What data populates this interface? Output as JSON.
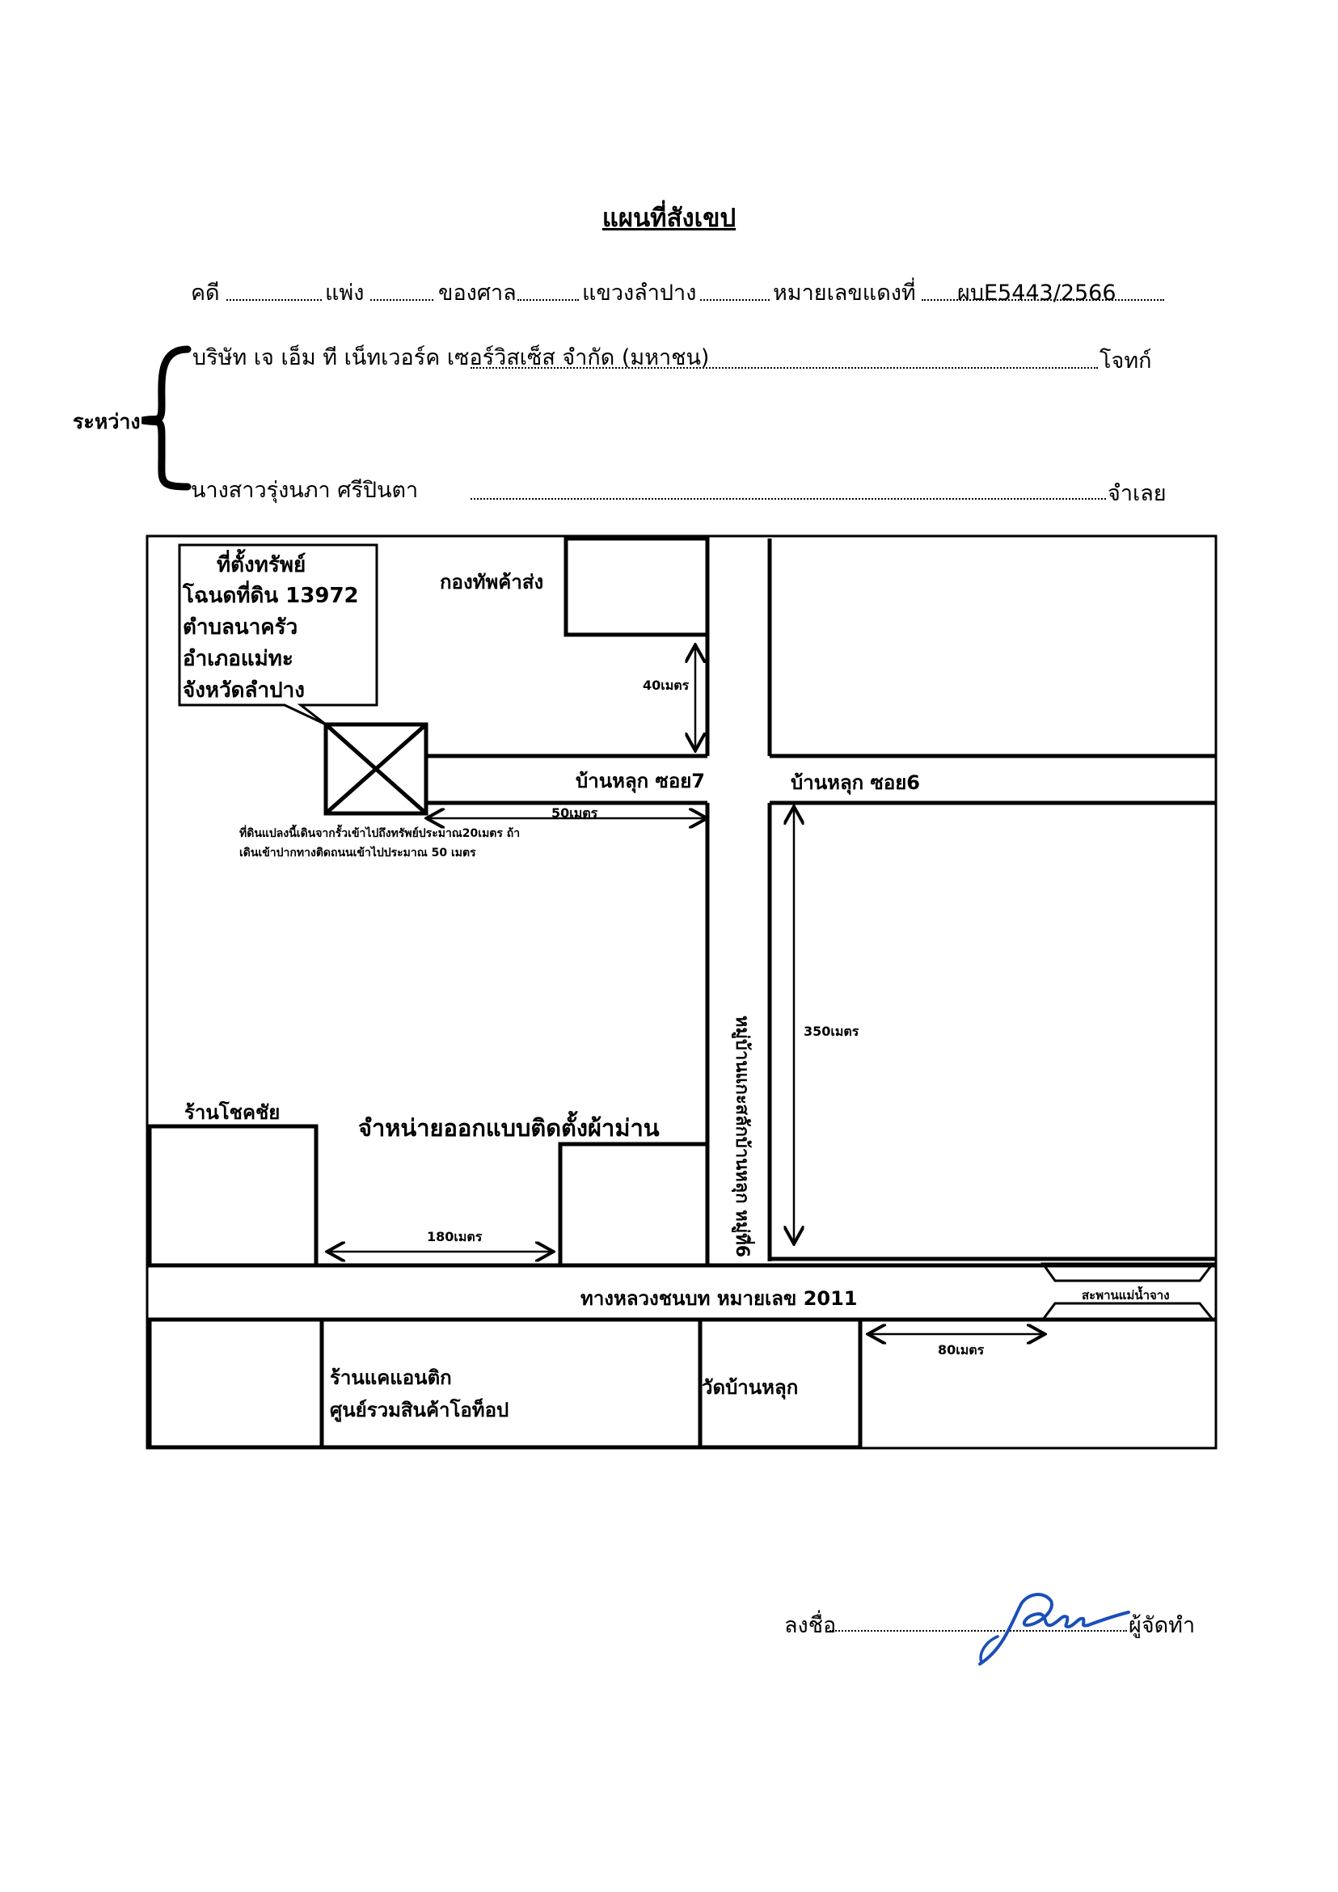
{
  "document": {
    "title": "แผนที่สังเขป"
  },
  "case_header": {
    "case_label": "คดี",
    "case_type": "แพ่ง",
    "court_label": "ของศาล",
    "court_name": "แขวงลำปาง",
    "red_number_label": "หมายเลขแดงที่",
    "red_number": "ผบE5443/2566"
  },
  "parties": {
    "between_label": "ระหว่าง",
    "plaintiff_name": "บริษัท เจ เอ็ม ที เน็ทเวอร์ค เซอร์วิสเซ็ส จำกัด (มหาชน)",
    "plaintiff_role": "โจทก์",
    "defendant_name": "นางสาวรุ่งนภา ศรีปินตา",
    "defendant_role": "จำเลย"
  },
  "map": {
    "property_box": {
      "title": "ที่ตั้งทรัพย์",
      "lines": [
        "โฉนดที่ดิน 13972",
        "ตำบลนาครัว",
        "อำเภอแม่ทะ",
        "จังหวัดลำปาง"
      ]
    },
    "property_note": {
      "line1": "ที่ดินแปลงนี้เดินจากรั้วเข้าไปถึงทรัพย์ประมาณ20เมตร ถ้า",
      "line2": "เดินเข้าปากทางติดถนนเข้าไปประมาณ 50 เมตร"
    },
    "labels": {
      "wholesale": "กองทัพค้าส่ง",
      "soi7": "บ้านหลุก ซอย7",
      "soi6": "บ้านหลุก ซอย6",
      "village_road": "หมู่บ้านแกะสลักบ้านหลุก หมู่ที่6",
      "shop_chokchai": "ร้านโชคชัย",
      "curtain_shop": "จำหน่ายออกแบบติดตั้งผ้าม่าน",
      "highway": "ทางหลวงชนบท หมายเลข 2011",
      "bridge": "สะพานแม่น้ำจาง",
      "canteen_line1": "ร้านแคแอนติก",
      "canteen_line2": "ศูนย์รวมสินค้าโอท็อป",
      "temple": "วัดบ้านหลุก"
    },
    "distances": {
      "d40": "40เมตร",
      "d50": "50เมตร",
      "d350": "350เมตร",
      "d180": "180เมตร",
      "d80": "80เมตร"
    }
  },
  "signature": {
    "sign_label": "ลงชื่อ",
    "role": "ผู้จัดทำ",
    "signature_ink_color": "#1a4fb8"
  }
}
